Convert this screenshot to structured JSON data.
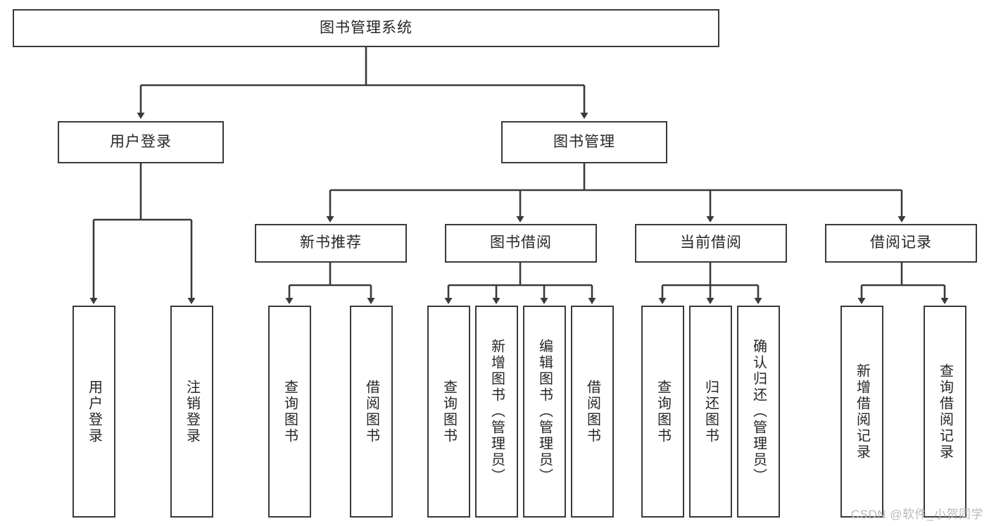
{
  "diagram": {
    "title": "图书管理系统",
    "type": "tree",
    "watermark": "CSDN @软件_小贺同学",
    "colors": {
      "stroke": "#3a3a3a",
      "fill": "#ffffff",
      "text": "#262626",
      "watermark": "#b9b9b9"
    },
    "nodes": {
      "root": {
        "label": "图书管理系统",
        "orientation": "horizontal",
        "level": 0
      },
      "user_login": {
        "label": "用户登录",
        "orientation": "horizontal",
        "level": 1
      },
      "book_manage": {
        "label": "图书管理",
        "orientation": "horizontal",
        "level": 1
      },
      "new_book_rec": {
        "label": "新书推荐",
        "orientation": "horizontal",
        "level": 2
      },
      "book_borrow": {
        "label": "图书借阅",
        "orientation": "horizontal",
        "level": 2
      },
      "current_borrow": {
        "label": "当前借阅",
        "orientation": "horizontal",
        "level": 2
      },
      "borrow_record": {
        "label": "借阅记录",
        "orientation": "horizontal",
        "level": 2
      },
      "leaf_user_login": {
        "label": "用户登录",
        "orientation": "vertical",
        "level": 2
      },
      "leaf_user_logout": {
        "label": "注销登录",
        "orientation": "vertical",
        "level": 2
      },
      "leaf_query_book_1": {
        "label": "查询图书",
        "orientation": "vertical",
        "level": 3
      },
      "leaf_borrow_book_1": {
        "label": "借阅图书",
        "orientation": "vertical",
        "level": 3
      },
      "leaf_query_book_2": {
        "label": "查询图书",
        "orientation": "vertical",
        "level": 3
      },
      "leaf_add_book": {
        "label": "新增图书（管理员）",
        "orientation": "vertical",
        "level": 3
      },
      "leaf_edit_book": {
        "label": "编辑图书（管理员）",
        "orientation": "vertical",
        "level": 3
      },
      "leaf_borrow_book_2": {
        "label": "借阅图书",
        "orientation": "vertical",
        "level": 3
      },
      "leaf_query_book_3": {
        "label": "查询图书",
        "orientation": "vertical",
        "level": 3
      },
      "leaf_return_book": {
        "label": "归还图书",
        "orientation": "vertical",
        "level": 3
      },
      "leaf_confirm_return": {
        "label": "确认归还（管理员）",
        "orientation": "vertical",
        "level": 3
      },
      "leaf_add_record": {
        "label": "新增借阅记录",
        "orientation": "vertical",
        "level": 3
      },
      "leaf_query_record": {
        "label": "查询借阅记录",
        "orientation": "vertical",
        "level": 3
      }
    },
    "edges": [
      {
        "from": "root",
        "to": "user_login"
      },
      {
        "from": "root",
        "to": "book_manage"
      },
      {
        "from": "user_login",
        "to": "leaf_user_login"
      },
      {
        "from": "user_login",
        "to": "leaf_user_logout"
      },
      {
        "from": "book_manage",
        "to": "new_book_rec"
      },
      {
        "from": "book_manage",
        "to": "book_borrow"
      },
      {
        "from": "book_manage",
        "to": "current_borrow"
      },
      {
        "from": "book_manage",
        "to": "borrow_record"
      },
      {
        "from": "new_book_rec",
        "to": "leaf_query_book_1"
      },
      {
        "from": "new_book_rec",
        "to": "leaf_borrow_book_1"
      },
      {
        "from": "book_borrow",
        "to": "leaf_query_book_2"
      },
      {
        "from": "book_borrow",
        "to": "leaf_add_book"
      },
      {
        "from": "book_borrow",
        "to": "leaf_edit_book"
      },
      {
        "from": "book_borrow",
        "to": "leaf_borrow_book_2"
      },
      {
        "from": "current_borrow",
        "to": "leaf_query_book_3"
      },
      {
        "from": "current_borrow",
        "to": "leaf_return_book"
      },
      {
        "from": "current_borrow",
        "to": "leaf_confirm_return"
      },
      {
        "from": "borrow_record",
        "to": "leaf_add_record"
      },
      {
        "from": "borrow_record",
        "to": "leaf_query_record"
      }
    ]
  }
}
